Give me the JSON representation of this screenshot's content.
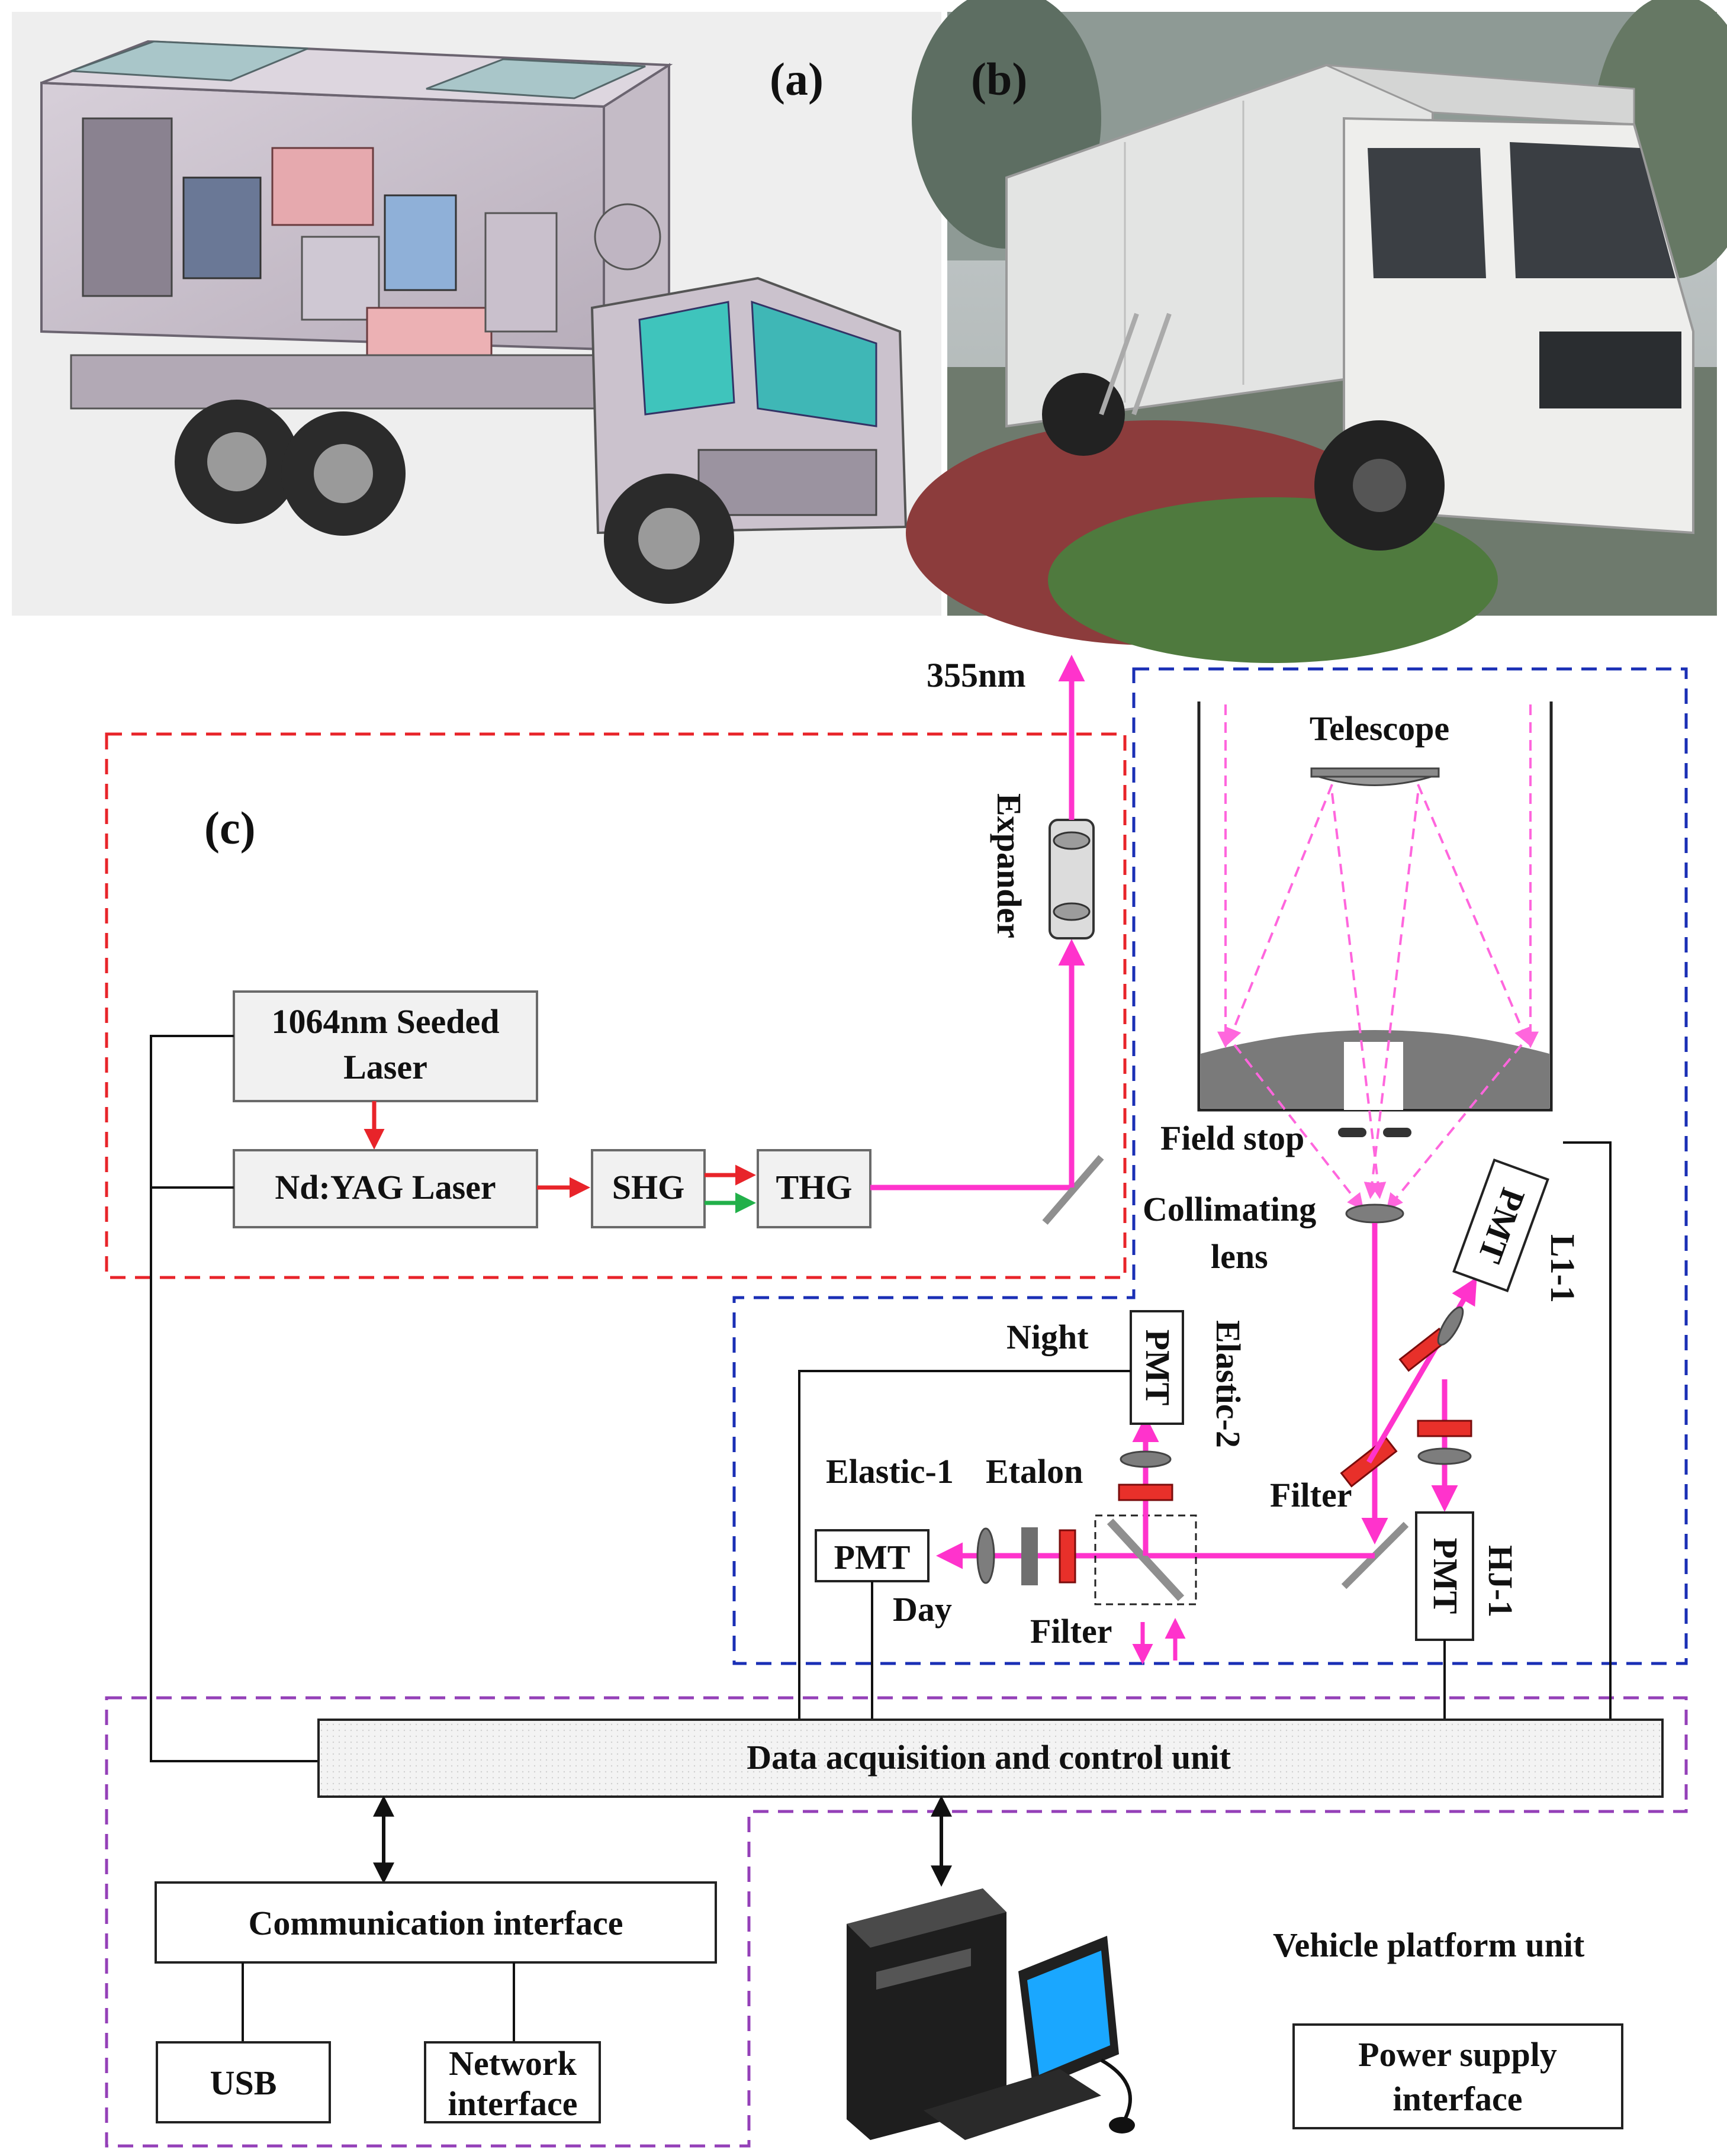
{
  "panels": {
    "a_label": "(a)",
    "b_label": "(b)",
    "c_label": "(c)"
  },
  "transmitter": {
    "seeded_laser_line1": "1064nm Seeded",
    "seeded_laser_line2": "Laser",
    "ndyag": "Nd:YAG   Laser",
    "shg": "SHG",
    "thg": "THG",
    "expander": "Expander",
    "wavelength": "355nm"
  },
  "receiver": {
    "telescope": "Telescope",
    "field_stop": "Field stop",
    "collimating_line1": "Collimating",
    "collimating_line2": "lens",
    "filter_right": "Filter",
    "pmt": "PMT",
    "l1_1": "L1-1",
    "hj_1": "HJ-1",
    "night": "Night",
    "elastic_2": "Elastic-2",
    "elastic_1": "Elastic-1",
    "etalon": "Etalon",
    "day": "Day",
    "filter_bottom": "Filter"
  },
  "control": {
    "daq": "Data acquisition and control unit",
    "comm": "Communication interface",
    "usb": "USB",
    "network_line1": "Network",
    "network_line2": "interface",
    "vehicle": "Vehicle platform unit",
    "power_line1": "Power supply",
    "power_line2": "interface"
  },
  "colors": {
    "beam": "#ff33cc",
    "transmitter_border": "#e8242a",
    "receiver_border": "#1a2fb5",
    "control_border": "#9440b8"
  }
}
